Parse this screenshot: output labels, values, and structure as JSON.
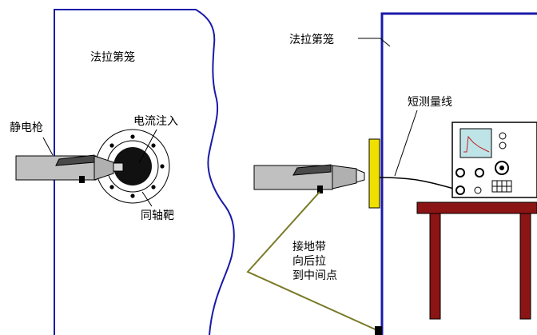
{
  "left_panel": {
    "cage_label": "法拉第笼",
    "gun_label": "静电枪",
    "injection_label": "电流注入",
    "target_label": "同轴靶"
  },
  "right_panel": {
    "cage_label": "法拉第笼",
    "cable_label": "短测量线",
    "ground_strap_label": [
      "接地带",
      "向后拉",
      "到中间点"
    ]
  },
  "colors": {
    "cage_outline": "#1a1aa8",
    "gun_body": "#c0c0c0",
    "target_plate": "#f0e000",
    "table": "#8b1414",
    "ground_strap": "#7a7a28",
    "scope_screen": "#bfe4e8"
  }
}
